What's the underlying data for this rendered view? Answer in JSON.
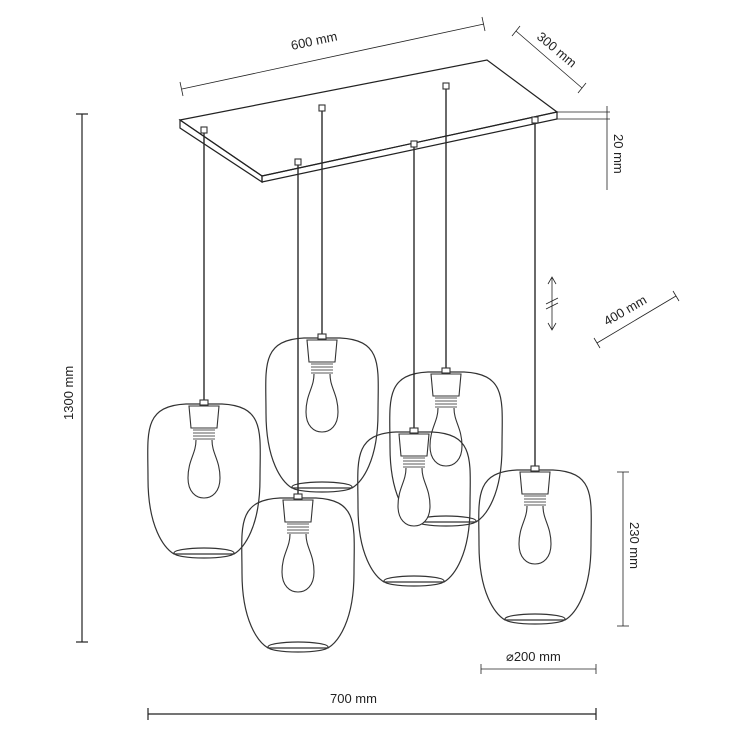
{
  "dimensions": {
    "canopy_length": "600 mm",
    "canopy_width": "300 mm",
    "canopy_height": "20 mm",
    "cable_adjust": "400 mm",
    "total_height": "1300 mm",
    "shade_height": "230 mm",
    "shade_diameter": "⌀200 mm",
    "total_width": "700 mm"
  },
  "colors": {
    "line": "#222222",
    "background": "#ffffff"
  }
}
